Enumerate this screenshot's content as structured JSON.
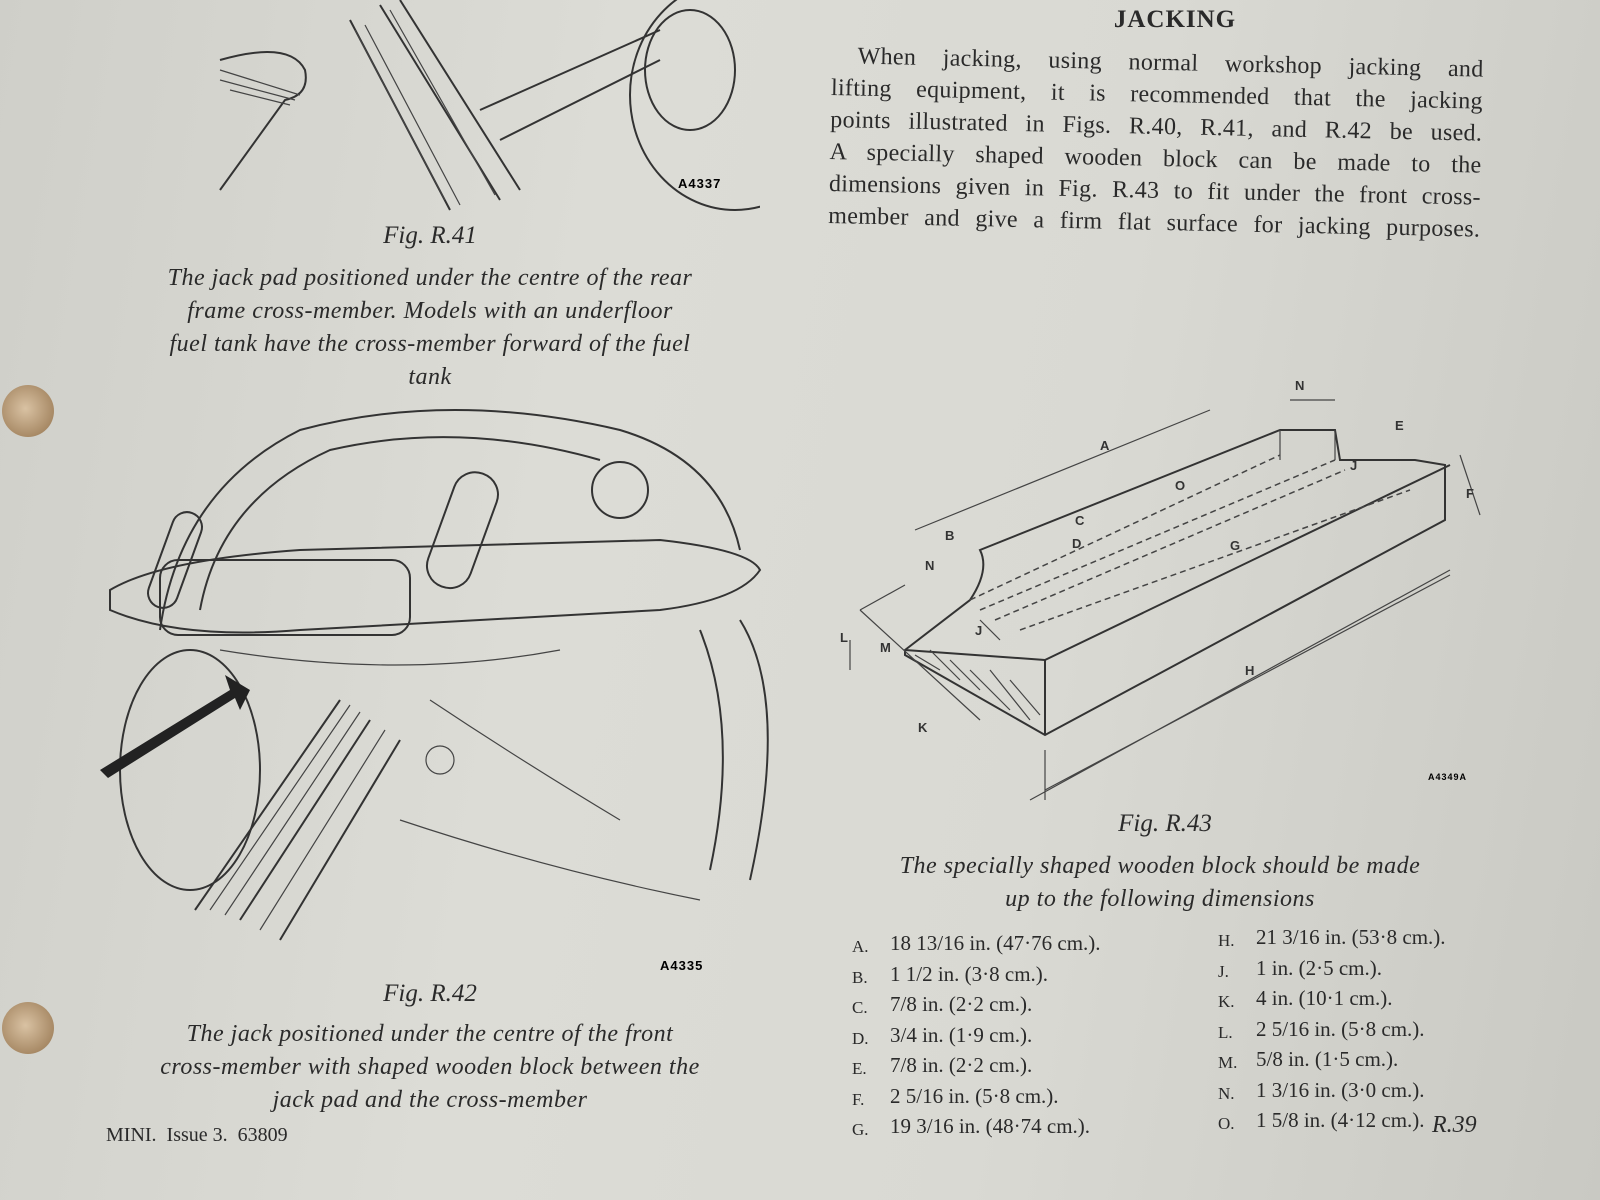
{
  "section": {
    "heading": "JACKING",
    "body_lines": [
      "When jacking, using normal workshop jacking and",
      "lifting equipment, it is recommended that the jacking",
      "points illustrated in Figs. R.40, R.41, and R.42 be used.",
      "A specially shaped wooden block can be made to the",
      "dimensions given in Fig. R.43 to fit under the front cross-",
      "member and give a firm flat surface for jacking purposes."
    ]
  },
  "figures": [
    {
      "id": "Fig. R.41",
      "code": "A4337",
      "caption_lines": [
        "The jack pad positioned under the centre of the rear",
        "frame cross-member. Models with an underfloor",
        "fuel tank have the cross-member forward of the fuel",
        "tank"
      ]
    },
    {
      "id": "Fig. R.42",
      "code": "A4335",
      "caption_lines": [
        "The jack positioned under the centre of the front",
        "cross-member with shaped wooden block between the",
        "jack pad and the cross-member"
      ]
    },
    {
      "id": "Fig. R.43",
      "code": "A4349A",
      "diagram_labels": [
        "A",
        "B",
        "C",
        "D",
        "E",
        "F",
        "G",
        "H",
        "J",
        "J",
        "K",
        "L",
        "M",
        "N",
        "N",
        "O"
      ],
      "caption_lines": [
        "The specially shaped wooden block should be made",
        "up to the following dimensions"
      ]
    }
  ],
  "dimensions_left": [
    {
      "key": "A.",
      "value": "18 13/16 in. (47·76 cm.)."
    },
    {
      "key": "B.",
      "value": "1 1/2 in. (3·8 cm.)."
    },
    {
      "key": "C.",
      "value": "7/8 in. (2·2 cm.)."
    },
    {
      "key": "D.",
      "value": "3/4 in. (1·9 cm.)."
    },
    {
      "key": "E.",
      "value": "7/8 in. (2·2 cm.)."
    },
    {
      "key": "F.",
      "value": "2 5/16 in. (5·8 cm.)."
    },
    {
      "key": "G.",
      "value": "19 3/16 in. (48·74 cm.)."
    }
  ],
  "dimensions_right": [
    {
      "key": "H.",
      "value": "21 3/16 in. (53·8 cm.)."
    },
    {
      "key": "J.",
      "value": "1 in. (2·5 cm.)."
    },
    {
      "key": "K.",
      "value": "4 in. (10·1 cm.)."
    },
    {
      "key": "L.",
      "value": "2 5/16 in. (5·8 cm.)."
    },
    {
      "key": "M.",
      "value": "5/8 in. (1·5 cm.)."
    },
    {
      "key": "N.",
      "value": "1 3/16 in. (3·0 cm.)."
    },
    {
      "key": "O.",
      "value": "1 5/8 in. (4·12 cm.)."
    }
  ],
  "footer": {
    "left": "MINI.  Issue 3.  63809",
    "page": "R.39"
  }
}
